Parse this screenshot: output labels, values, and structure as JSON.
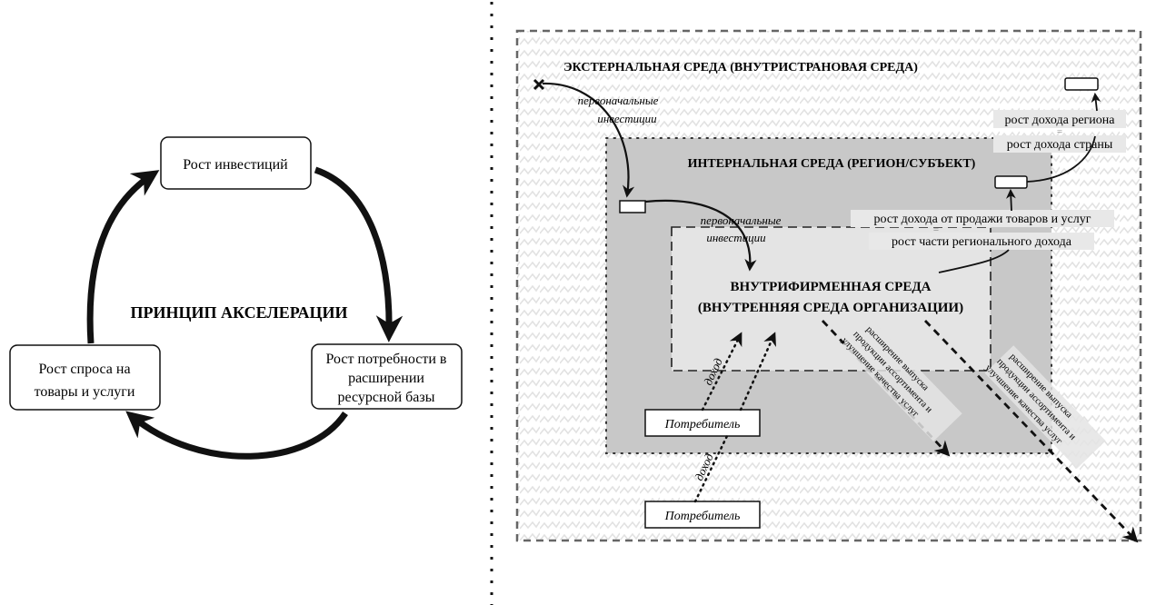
{
  "left_diagram": {
    "title": "ПРИНЦИП АКСЕЛЕРАЦИИ",
    "nodes": [
      {
        "id": "investment",
        "lines": [
          "Рост инвестиций"
        ]
      },
      {
        "id": "resource",
        "lines": [
          "Рост потребности в",
          "расширении",
          "ресурсной базы"
        ]
      },
      {
        "id": "demand",
        "lines": [
          "Рост спроса на",
          "товары и услуги"
        ]
      }
    ],
    "cycle": [
      "investment",
      "resource",
      "demand",
      "investment"
    ]
  },
  "right_diagram": {
    "external_env": {
      "title": "ЭКСТЕРНАЛЬНАЯ СРЕДА (ВНУТРИСТРАНОВАЯ СРЕДА)"
    },
    "internal_env": {
      "title": "ИНТЕРНАЛЬНАЯ СРЕДА (РЕГИОН/СУБЪЕКТ)"
    },
    "firm_env": {
      "title_line1": "ВНУТРИФИРМЕННАЯ СРЕДА",
      "title_line2": "(ВНУТРЕННЯЯ СРЕДА ОРГАНИЗАЦИИ)"
    },
    "initial_investment_outer": {
      "line1": "первоначальные",
      "line2": "инвестиции"
    },
    "initial_investment_inner": {
      "line1": "первоначальные",
      "line2": "инвестиции"
    },
    "region_income": {
      "line1": "рост дохода региона",
      "eq": "=",
      "line2": "рост дохода страны"
    },
    "sales_income": {
      "line1": "рост дохода от продажи товаров и услуг",
      "eq": "=",
      "line2": "рост части регионального дохода"
    },
    "consumer_inner": "Потребитель",
    "consumer_outer": "Потребитель",
    "income_label": "доход",
    "expansion_label": {
      "line1": "расширение выпуска",
      "line2": "продукции ассортимента и",
      "line3": "улучшение качества услуг"
    }
  },
  "colors": {
    "internal_fill": "#c8c8c8",
    "firm_fill": "#e4e4e4",
    "pattern_stroke": "#e6e6e6",
    "ink": "#111111"
  }
}
